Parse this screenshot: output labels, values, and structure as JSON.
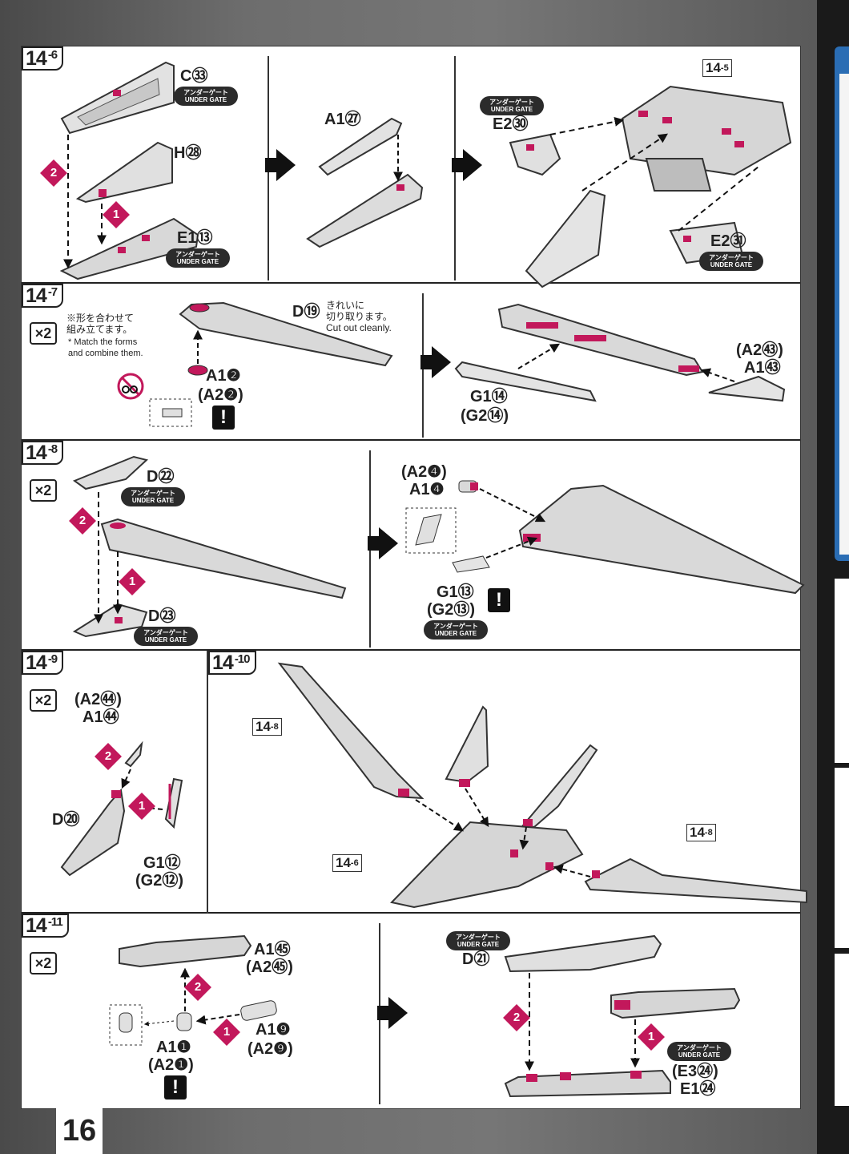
{
  "page": {
    "number": "16"
  },
  "steps": {
    "s14_6": {
      "main": "14",
      "sub": "-6",
      "parts": {
        "c": "C㉝",
        "h": "H㉘",
        "e1": "E1⑬",
        "a1": "A1㉗",
        "e2a": "E2㉚",
        "e2b": "E2㉛"
      },
      "ref": {
        "main": "14",
        "sub": "-5"
      }
    },
    "s14_7": {
      "main": "14",
      "sub": "-7",
      "note_jp": "※形を合わせて\n組み立てます。",
      "note_en": "* Match the forms\nand combine them.",
      "d": "D⑲",
      "cut_jp": "きれいに\n切り取ります。",
      "cut_en": "Cut out cleanly.",
      "a1": "A1❷",
      "a2": "(A2❷)",
      "g1": "G1⑭",
      "g2": "(G2⑭)",
      "a2r": "(A2㊸)",
      "a1r": "A1㊸"
    },
    "s14_8": {
      "main": "14",
      "sub": "-8",
      "d22": "D㉒",
      "d23": "D㉓",
      "a2": "(A2❹)",
      "a1": "A1❹",
      "g1": "G1⑬",
      "g2": "(G2⑬)"
    },
    "s14_9": {
      "main": "14",
      "sub": "-9",
      "a2": "(A2㊹)",
      "a1": "A1㊹",
      "d": "D⑳",
      "g1": "G1⑫",
      "g2": "(G2⑫)"
    },
    "s14_10": {
      "main": "14",
      "sub": "-10",
      "ref_a": {
        "main": "14",
        "sub": "-8"
      },
      "ref_b": {
        "main": "14",
        "sub": "-8"
      },
      "ref_c": {
        "main": "14",
        "sub": "-6"
      }
    },
    "s14_11": {
      "main": "14",
      "sub": "-11",
      "a1_45": "A1㊺",
      "a2_45": "(A2㊺)",
      "a1_9": "A1❾",
      "a2_9": "(A2❾)",
      "a1_1": "A1❶",
      "a2_1": "(A2❶)",
      "d21": "D㉑",
      "e3": "(E3㉔)",
      "e1": "E1㉔"
    }
  },
  "common": {
    "x2": "×2",
    "under_gate_jp": "アンダーゲート",
    "under_gate_en": "UNDER GATE",
    "n1": "1",
    "n2": "2",
    "excl": "!"
  },
  "colors": {
    "accent": "#c2185b",
    "part": "#d9d9d9"
  }
}
